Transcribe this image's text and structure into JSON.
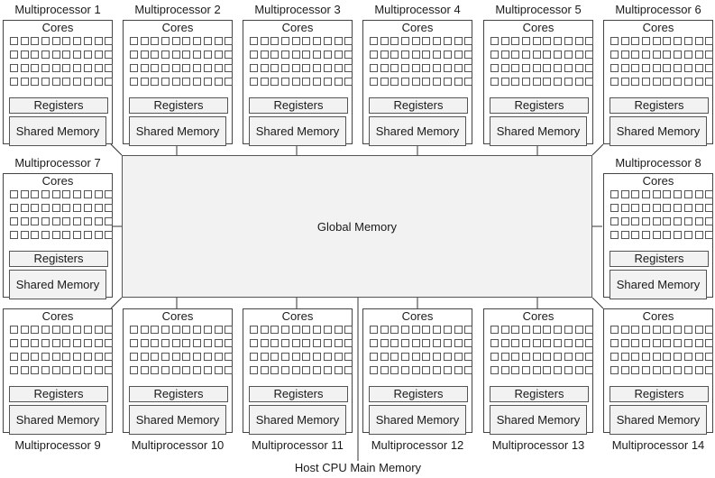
{
  "diagram": {
    "global_memory": "Global Memory",
    "host_memory": "Host CPU Main Memory",
    "block_labels": {
      "cores": "Cores",
      "registers": "Registers",
      "shared_memory": "Shared Memory"
    },
    "cores_rows": 4,
    "cores_cols": 10,
    "multiprocessors": [
      {
        "label": "Multiprocessor 1"
      },
      {
        "label": "Multiprocessor 2"
      },
      {
        "label": "Multiprocessor 3"
      },
      {
        "label": "Multiprocessor 4"
      },
      {
        "label": "Multiprocessor 5"
      },
      {
        "label": "Multiprocessor 6"
      },
      {
        "label": "Multiprocessor 7"
      },
      {
        "label": "Multiprocessor 8"
      },
      {
        "label": "Multiprocessor 9"
      },
      {
        "label": "Multiprocessor 10"
      },
      {
        "label": "Multiprocessor 11"
      },
      {
        "label": "Multiprocessor 12"
      },
      {
        "label": "Multiprocessor 13"
      },
      {
        "label": "Multiprocessor 14"
      }
    ]
  }
}
